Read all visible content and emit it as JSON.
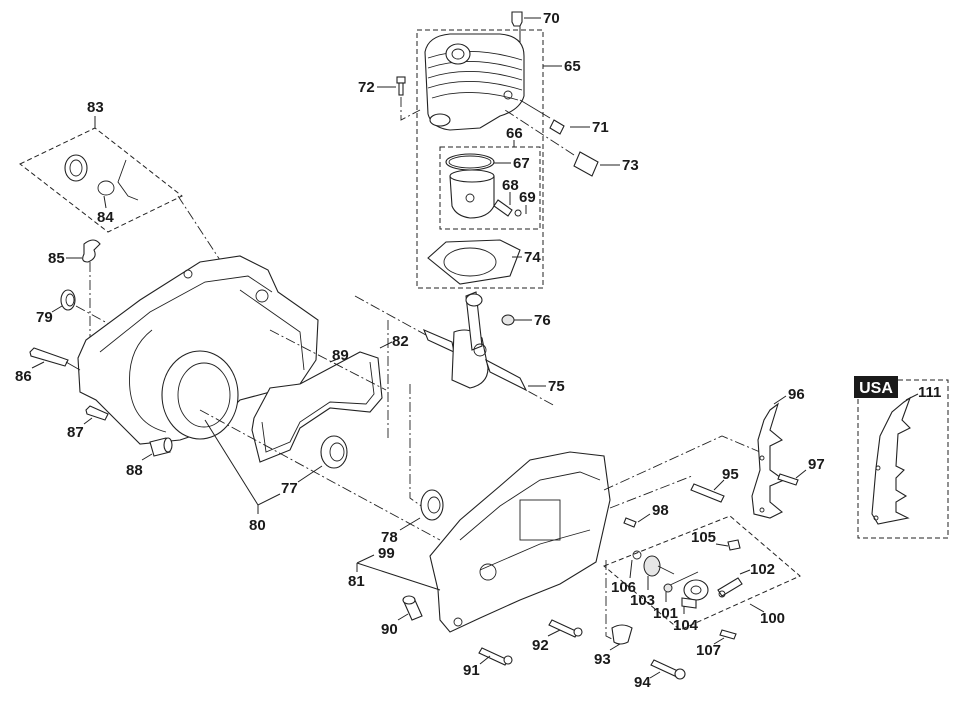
{
  "diagram": {
    "title": "Crankcase, cylinder and crankshaft exploded parts view",
    "region_badge": "USA",
    "callouts": [
      {
        "id": "70",
        "part": "cylinder-cap"
      },
      {
        "id": "65",
        "part": "cylinder-assembly"
      },
      {
        "id": "72",
        "part": "cylinder-screw"
      },
      {
        "id": "71",
        "part": "decompression-valve"
      },
      {
        "id": "66",
        "part": "piston-assembly"
      },
      {
        "id": "67",
        "part": "piston-ring"
      },
      {
        "id": "73",
        "part": "spark-plug"
      },
      {
        "id": "68",
        "part": "piston-pin"
      },
      {
        "id": "69",
        "part": "circlip"
      },
      {
        "id": "74",
        "part": "cylinder-gasket"
      },
      {
        "id": "83",
        "part": "oil-cap-assembly"
      },
      {
        "id": "84",
        "part": "o-ring"
      },
      {
        "id": "85",
        "part": "clip"
      },
      {
        "id": "79",
        "part": "oil-seal"
      },
      {
        "id": "76",
        "part": "needle-bearing"
      },
      {
        "id": "86",
        "part": "screw"
      },
      {
        "id": "89",
        "part": "dowel-pin"
      },
      {
        "id": "82",
        "part": "crankcase-gasket"
      },
      {
        "id": "75",
        "part": "crankshaft"
      },
      {
        "id": "87",
        "part": "screw"
      },
      {
        "id": "88",
        "part": "bumper"
      },
      {
        "id": "77",
        "part": "ball-bearing"
      },
      {
        "id": "80",
        "part": "crankcase-left"
      },
      {
        "id": "78",
        "part": "ball-bearing"
      },
      {
        "id": "99",
        "part": "crankcase-assembly"
      },
      {
        "id": "81",
        "part": "crankcase-right"
      },
      {
        "id": "96",
        "part": "bumper-spike"
      },
      {
        "id": "97",
        "part": "screw"
      },
      {
        "id": "95",
        "part": "bar-stud"
      },
      {
        "id": "98",
        "part": "pin"
      },
      {
        "id": "105",
        "part": "plate"
      },
      {
        "id": "102",
        "part": "oil-pump-lever"
      },
      {
        "id": "106",
        "part": "washer"
      },
      {
        "id": "103",
        "part": "worm-gear"
      },
      {
        "id": "101",
        "part": "spring"
      },
      {
        "id": "104",
        "part": "oil-pump"
      },
      {
        "id": "100",
        "part": "oil-pump-assembly"
      },
      {
        "id": "90",
        "part": "bushing"
      },
      {
        "id": "92",
        "part": "screw"
      },
      {
        "id": "93",
        "part": "chain-catcher"
      },
      {
        "id": "107",
        "part": "screw"
      },
      {
        "id": "91",
        "part": "screw"
      },
      {
        "id": "94",
        "part": "screw"
      },
      {
        "id": "111",
        "part": "bumper-spike-usa"
      }
    ]
  }
}
